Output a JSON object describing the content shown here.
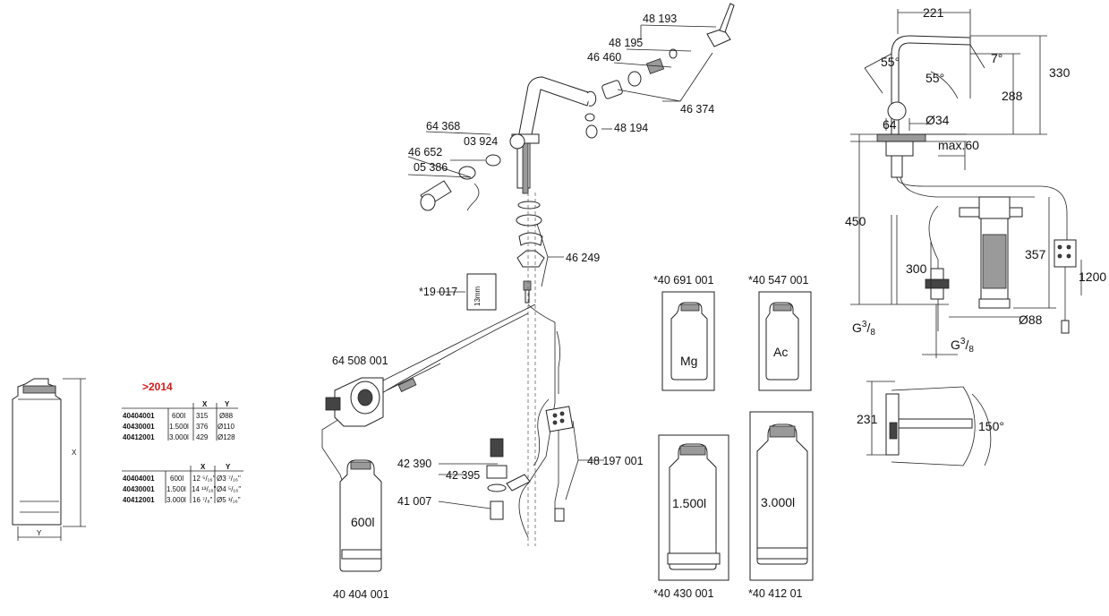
{
  "parts": {
    "p48193": "48 193",
    "p48195": "48 195",
    "p46460": "46 460",
    "p46374": "46 374",
    "p64368": "64 368",
    "p03924": "03 924",
    "p48194": "48 194",
    "p46652": "46 652",
    "p05386": "05 386",
    "p46249": "46 249",
    "p19017": "*19 017",
    "p13mm": "13mm",
    "p64508": "64 508 001",
    "p42390": "42 390",
    "p42395": "42 395",
    "p41007": "41 007",
    "p48197": "48 197 001",
    "p40404": "40 404 001",
    "p40691": "*40 691 001",
    "p40547": "*40 547 001",
    "p40430": "*40 430 001",
    "p40412": "*40 412 01"
  },
  "cartridges": {
    "c600": "600l",
    "cMg": "Mg",
    "cAc": "Ac",
    "c1500": "1.500l",
    "c3000": "3.000l"
  },
  "table_note": ">2014",
  "left_axes": {
    "x": "X",
    "y": "Y"
  },
  "table_metric": {
    "headers": [
      "X",
      "Y"
    ],
    "rows": [
      [
        "40404001",
        "600l",
        "315",
        "Ø88"
      ],
      [
        "40430001",
        "1.500l",
        "376",
        "Ø110"
      ],
      [
        "40412001",
        "3.000l",
        "429",
        "Ø128"
      ]
    ]
  },
  "table_imperial": {
    "headers": [
      "X",
      "Y"
    ],
    "rows": [
      [
        "40404001",
        "600l",
        "12 ⁵/₁₆\"",
        "Ø3 ⁷/₁₆\""
      ],
      [
        "40430001",
        "1.500l",
        "14 ¹³/₁₆\"",
        "Ø4 ⁵/₁₆\""
      ],
      [
        "40412001",
        "3.000l",
        "16 ⁷/₈\"",
        "Ø5 ¹/₁₆\""
      ]
    ]
  },
  "dims": {
    "d221": "221",
    "d55a": "55°",
    "d7": "7°",
    "d55b": "55°",
    "d330": "330",
    "d288": "288",
    "d64": "64",
    "d34": "Ø34",
    "dmax60": "max.60",
    "d450": "450",
    "d357": "357",
    "d300": "300",
    "d1200": "1200",
    "dG1": "G",
    "dG1s": "3",
    "dG1d": "/",
    "dG1b": "8",
    "dG2": "G",
    "dG2s": "3",
    "dG2d": "/",
    "dG2b": "8",
    "d88": "Ø88",
    "d231": "231",
    "d150": "150°"
  }
}
